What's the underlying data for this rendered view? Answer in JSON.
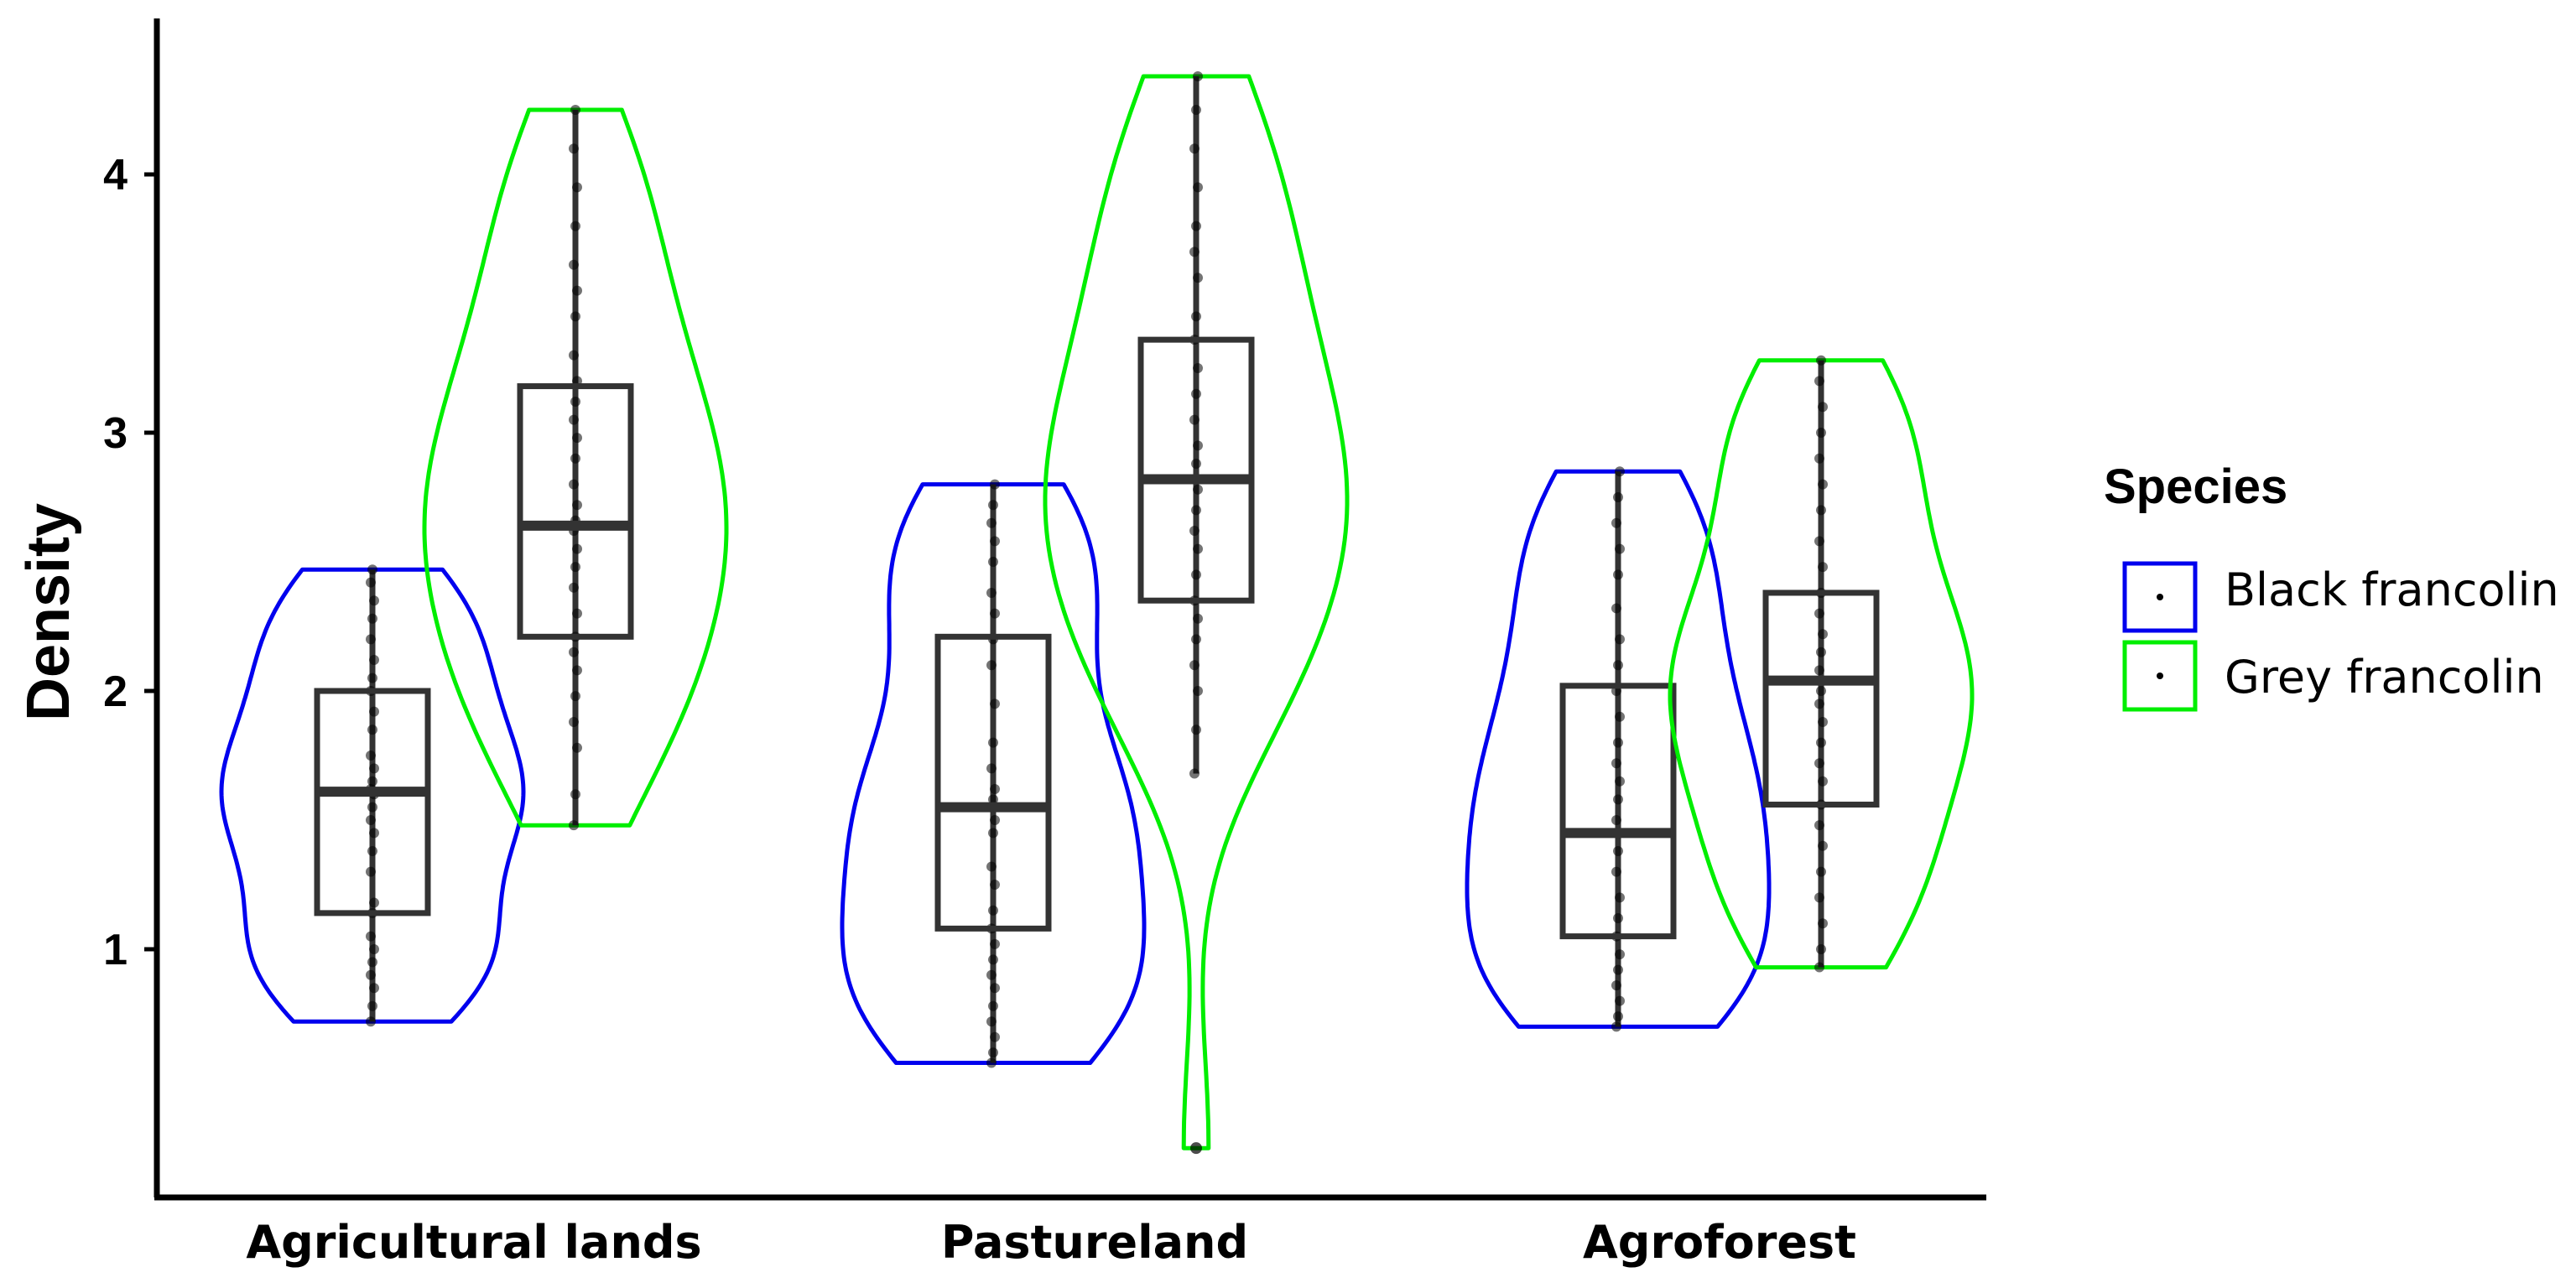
{
  "chart_data": {
    "type": "violin",
    "title": "",
    "xlabel": "",
    "ylabel": "Density",
    "ylim": [
      0.15,
      4.6
    ],
    "yticks": [
      "1",
      "2",
      "3",
      "4"
    ],
    "grid": false,
    "categories": [
      "Agricultural lands",
      "Pastureland",
      "Agroforest"
    ],
    "legend": {
      "title": "Species",
      "position": "right"
    },
    "series": [
      {
        "name": "Black francolin",
        "color": "#0000ee",
        "groups": [
          {
            "min": 0.72,
            "q1": 1.14,
            "median": 1.61,
            "q3": 2.0,
            "max": 2.47,
            "points": [
              0.72,
              0.78,
              0.85,
              0.9,
              0.95,
              1.0,
              1.05,
              1.14,
              1.18,
              1.3,
              1.38,
              1.45,
              1.5,
              1.55,
              1.6,
              1.62,
              1.65,
              1.7,
              1.75,
              1.85,
              1.92,
              2.0,
              2.05,
              2.12,
              2.2,
              2.28,
              2.35,
              2.42,
              2.47
            ]
          },
          {
            "min": 0.56,
            "q1": 1.08,
            "median": 1.55,
            "q3": 2.21,
            "max": 2.8,
            "points": [
              0.56,
              0.6,
              0.66,
              0.72,
              0.78,
              0.85,
              0.9,
              0.96,
              1.02,
              1.08,
              1.15,
              1.25,
              1.32,
              1.45,
              1.5,
              1.55,
              1.58,
              1.62,
              1.7,
              1.8,
              1.95,
              2.1,
              2.2,
              2.3,
              2.38,
              2.5,
              2.58,
              2.65,
              2.72,
              2.8
            ]
          },
          {
            "min": 0.7,
            "q1": 1.05,
            "median": 1.45,
            "q3": 2.02,
            "max": 2.85,
            "points": [
              0.7,
              0.74,
              0.8,
              0.86,
              0.92,
              0.98,
              1.05,
              1.12,
              1.2,
              1.3,
              1.38,
              1.45,
              1.5,
              1.58,
              1.65,
              1.72,
              1.8,
              1.9,
              2.0,
              2.1,
              2.2,
              2.32,
              2.45,
              2.55,
              2.65,
              2.75,
              2.85
            ]
          }
        ]
      },
      {
        "name": "Grey francolin",
        "color": "#00ee00",
        "groups": [
          {
            "min": 1.48,
            "q1": 2.21,
            "median": 2.64,
            "q3": 3.18,
            "max": 4.25,
            "points": [
              1.48,
              1.6,
              1.78,
              1.88,
              1.98,
              2.08,
              2.15,
              2.21,
              2.3,
              2.4,
              2.48,
              2.55,
              2.62,
              2.66,
              2.72,
              2.8,
              2.9,
              2.98,
              3.05,
              3.12,
              3.2,
              3.3,
              3.45,
              3.55,
              3.65,
              3.8,
              3.95,
              4.1,
              4.25
            ]
          },
          {
            "min": 1.68,
            "q1": 2.35,
            "median": 2.82,
            "q3": 3.36,
            "max": 4.38,
            "points": [
              1.68,
              1.85,
              2.0,
              2.1,
              2.2,
              2.28,
              2.35,
              2.45,
              2.55,
              2.62,
              2.7,
              2.78,
              2.82,
              2.88,
              2.95,
              3.05,
              3.15,
              3.25,
              3.36,
              3.45,
              3.6,
              3.7,
              3.8,
              3.95,
              4.1,
              4.25,
              4.38
            ]
          },
          {
            "min": 0.93,
            "q1": 1.56,
            "median": 2.04,
            "q3": 2.38,
            "max": 3.28,
            "points": [
              0.93,
              1.0,
              1.1,
              1.2,
              1.3,
              1.4,
              1.48,
              1.56,
              1.65,
              1.72,
              1.8,
              1.88,
              1.95,
              2.0,
              2.04,
              2.08,
              2.15,
              2.22,
              2.3,
              2.38,
              2.48,
              2.58,
              2.7,
              2.8,
              2.9,
              3.0,
              3.1,
              3.2,
              3.28
            ]
          }
        ]
      }
    ],
    "outliers": [
      {
        "series": "Grey francolin",
        "category": "Pastureland",
        "value": 0.23
      }
    ]
  }
}
